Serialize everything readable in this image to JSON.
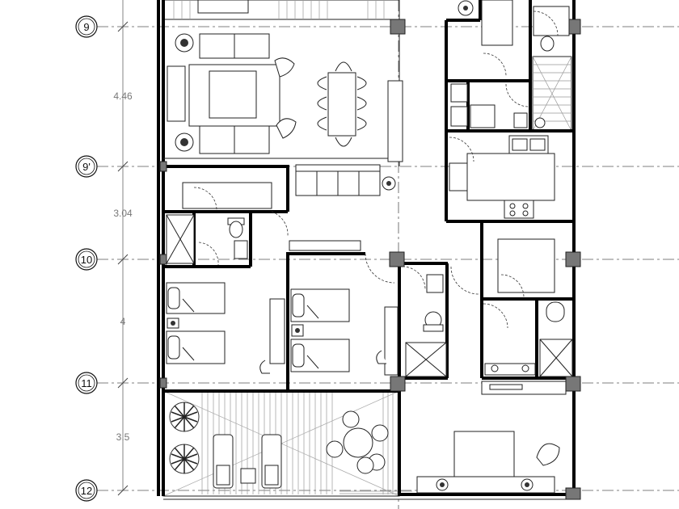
{
  "grid_axes": [
    {
      "label": "9"
    },
    {
      "label": "9'"
    },
    {
      "label": "10"
    },
    {
      "label": "11"
    },
    {
      "label": "12"
    }
  ],
  "dimensions": [
    "4.46",
    "3.04",
    "4",
    "3.5"
  ],
  "icons": {
    "column": "grey-square",
    "plant": "plant-symbol",
    "lamp": "lamp-symbol"
  },
  "colors": {
    "wall": "#000000",
    "line": "#222222",
    "hatch": "#999999",
    "column": "#777777"
  }
}
